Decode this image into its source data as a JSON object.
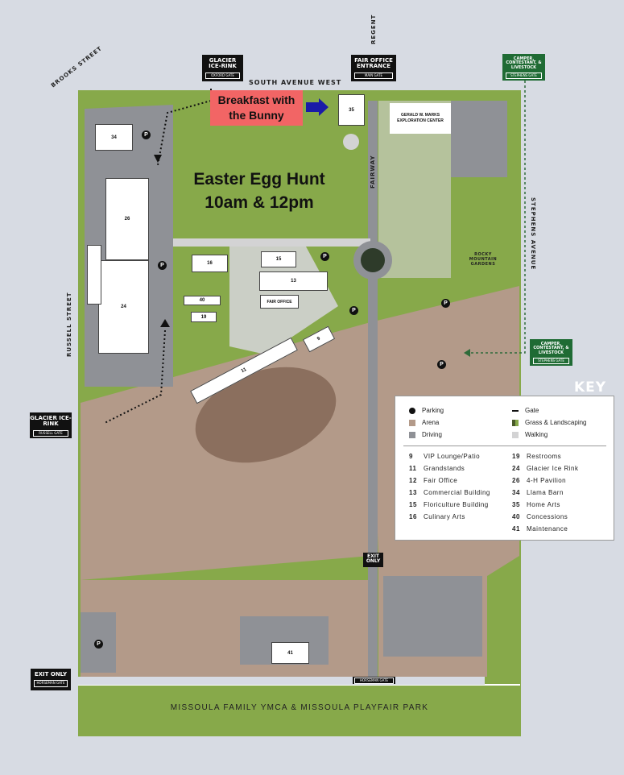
{
  "event": {
    "breakfast": "Breakfast with the Bunny",
    "hunt_title": "Easter Egg Hunt",
    "hunt_times": "10am & 12pm"
  },
  "streets": {
    "brooks": "BROOKS STREET",
    "south_avenue": "SOUTH AVENUE WEST",
    "regent": "REGENT",
    "fairway": "FAIRWAY",
    "stephens": "STEPHENS AVENUE",
    "russell": "RUSSELL STREET",
    "ymca": "MISSOULA FAMILY YMCA & MISSOULA PLAYFAIR PARK"
  },
  "gates": {
    "glacier_oxford": {
      "title": "GLACIER ICE-RINK",
      "sub": "OXFORD GATE"
    },
    "fair_office": {
      "title": "FAIR OFFICE ENTRANCE",
      "sub": "MAIN GATE"
    },
    "camper_top": {
      "title": "CAMPER, CONTESTANT, & LIVESTOCK",
      "sub": "STEPHENS GATE"
    },
    "camper_right": {
      "title": "CAMPER, CONTESTANT, & LIVESTOCK",
      "sub": "STEPHENS GATE"
    },
    "glacier_russell": {
      "title": "GLACIER ICE-RINK",
      "sub": "RUSSELL GATE"
    },
    "exit_left": {
      "title": "EXIT ONLY",
      "sub": "HORSEMAN GATE"
    },
    "exit_center": {
      "title": "EXIT ONLY"
    },
    "horseman_bottom": {
      "sub": "HORSEMAN GATE"
    }
  },
  "places": {
    "marks_center": "GERALD W. MARKS EXPLORATION CENTER",
    "rocky_gardens": "ROCKY MOUNTAIN GARDENS",
    "fair_office_label": "FAIR OFFICE"
  },
  "buildings": {
    "b34": "34",
    "b26": "26",
    "b24": "24",
    "b16": "16",
    "b15": "15",
    "b13": "13",
    "b40": "40",
    "b19": "19",
    "b9": "9",
    "b11": "11",
    "b35": "35",
    "b41": "41"
  },
  "parking_symbol": "P",
  "key": {
    "title": "KEY",
    "symbols": {
      "parking": "Parking",
      "gate": "Gate",
      "arena": "Arena",
      "grass": "Grass & Landscaping",
      "driving": "Driving",
      "walking": "Walking"
    },
    "legend": [
      {
        "num": "9",
        "name": "VIP Lounge/Patio"
      },
      {
        "num": "11",
        "name": "Grandstands"
      },
      {
        "num": "12",
        "name": "Fair Office"
      },
      {
        "num": "13",
        "name": "Commercial Building"
      },
      {
        "num": "15",
        "name": "Floriculture Building"
      },
      {
        "num": "16",
        "name": "Culinary Arts"
      },
      {
        "num": "19",
        "name": "Restrooms"
      },
      {
        "num": "24",
        "name": "Glacier Ice Rink"
      },
      {
        "num": "26",
        "name": "4-H Pavilion"
      },
      {
        "num": "34",
        "name": "Llama Barn"
      },
      {
        "num": "35",
        "name": "Home Arts"
      },
      {
        "num": "40",
        "name": "Concessions"
      },
      {
        "num": "41",
        "name": "Maintenance"
      }
    ]
  },
  "colors": {
    "grass": "#87a94a",
    "arena": "#b39a89",
    "driving": "#8f9196",
    "walking": "#d3d3d4",
    "background": "#d7dbe3",
    "callout": "#f26565",
    "arrow_blue": "#1a1aa8",
    "gate_green": "#1f6b34"
  }
}
